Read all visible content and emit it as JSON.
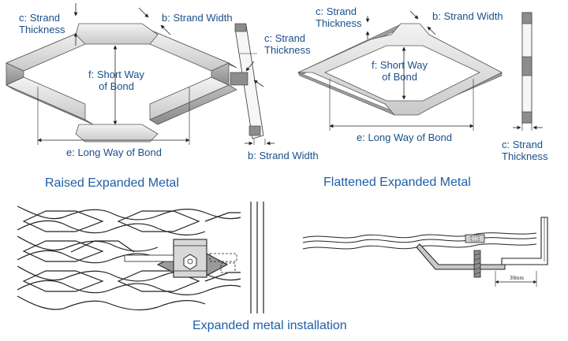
{
  "raised": {
    "strand_thickness": [
      "c: Strand",
      "Thickness"
    ],
    "strand_width": "b: Strand Width",
    "side_strand_thickness": [
      "c: Strand",
      "Thickness"
    ],
    "short_way": [
      "f: Short Way",
      "of Bond"
    ],
    "long_way": "e: Long Way of Bond",
    "side_strand_width": "b: Strand Width",
    "caption": "Raised Expanded Metal"
  },
  "flattened": {
    "strand_thickness": [
      "c: Strand",
      "Thickness"
    ],
    "strand_width": "b: Strand Width",
    "short_way": [
      "f: Short Way",
      "of Bond"
    ],
    "long_way": "e: Long Way of Bond",
    "side_strand_thickness": [
      "c: Strand",
      "Thickness"
    ],
    "caption": "Flattened Expanded Metal"
  },
  "installation": {
    "dimension": "30mm",
    "caption": "Expanded metal installation"
  },
  "colors": {
    "label": "#1a4f8a",
    "caption": "#1f5ea8",
    "metal_light": "#e6e6e6",
    "metal_dark": "#8a8a8a",
    "line": "#222222"
  }
}
